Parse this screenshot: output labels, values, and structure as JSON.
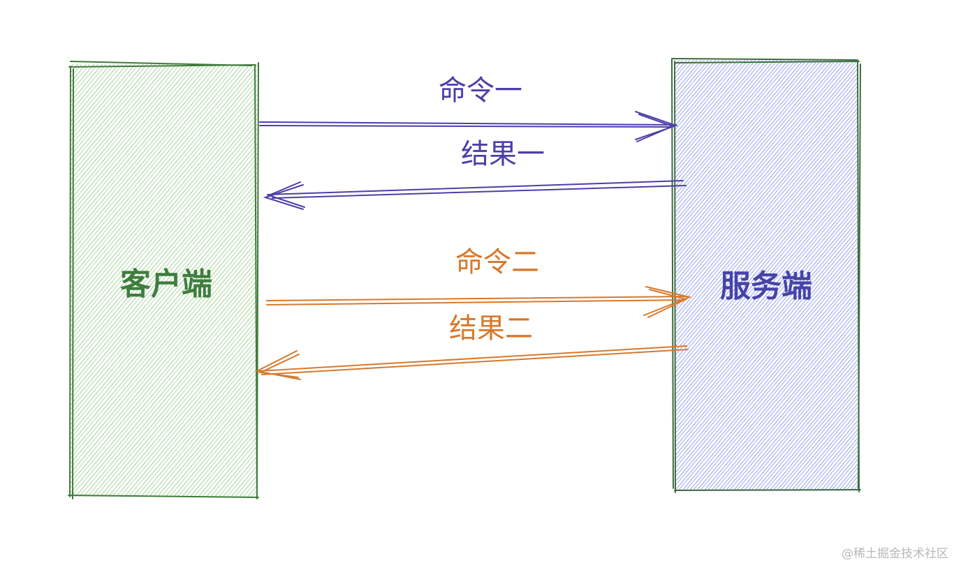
{
  "diagram": {
    "client": {
      "label": "客户端",
      "fill_color": "#7cbd6b",
      "stroke_color": "#3e7b3b",
      "label_color": "#3f7d3f"
    },
    "server": {
      "label": "服务端",
      "fill_color": "#6a79e6",
      "stroke_color": "#3e6b3f",
      "label_color": "#4644a8"
    },
    "arrows": [
      {
        "id": "command-1",
        "label": "命令一",
        "direction": "client-to-server",
        "color": "#4b3fa8"
      },
      {
        "id": "result-1",
        "label": "结果一",
        "direction": "server-to-client",
        "color": "#4b3fa8"
      },
      {
        "id": "command-2",
        "label": "命令二",
        "direction": "client-to-server",
        "color": "#d7782c"
      },
      {
        "id": "result-2",
        "label": "结果二",
        "direction": "server-to-client",
        "color": "#d7782c"
      }
    ]
  },
  "watermark": "@稀土掘金技术社区"
}
